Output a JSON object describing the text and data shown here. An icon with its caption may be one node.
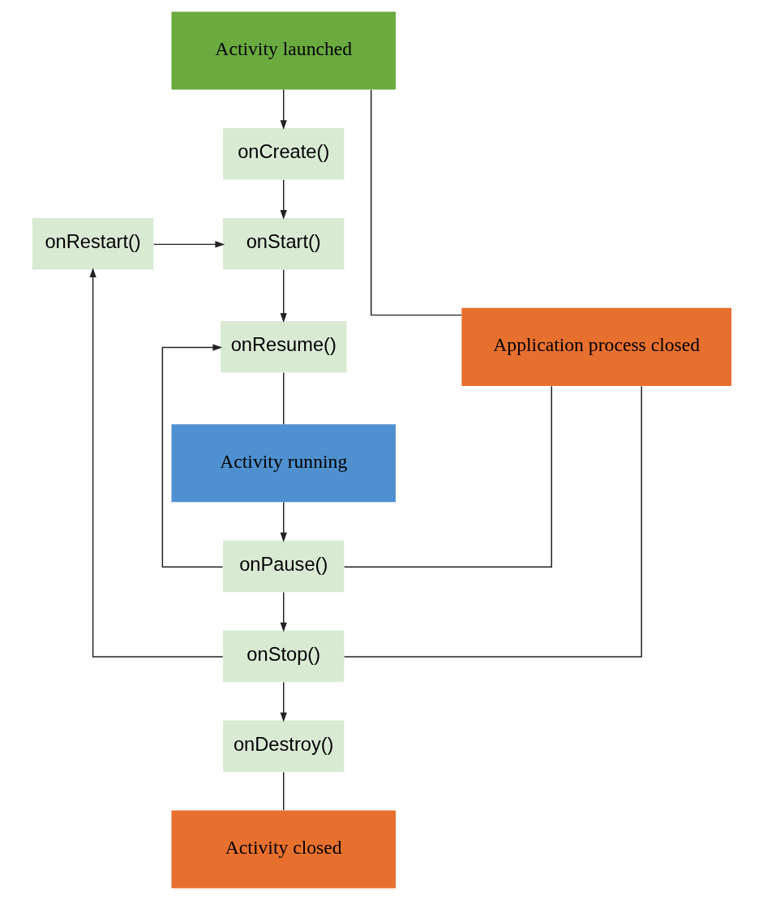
{
  "diagram": {
    "nodes": [
      {
        "text": [
          "Activity launched"
        ]
      },
      {
        "text": [
          "onCreate()"
        ]
      },
      {
        "text": [
          "onStart()"
        ]
      },
      {
        "text": [
          "onRestart()"
        ]
      },
      {
        "text": [
          "Application process closed"
        ]
      },
      {
        "text": [
          "onResume()"
        ]
      },
      {
        "text": [
          "Activity running"
        ]
      },
      {
        "text": [
          "onPause()"
        ]
      },
      {
        "text": [
          "onStop()"
        ]
      },
      {
        "text": [
          "onDestroy()"
        ]
      },
      {
        "text": [
          "Activity closed"
        ]
      }
    ],
    "edges": [
      {
        "from": 0,
        "to": 1,
        "arrow": "to"
      },
      {
        "from": 1,
        "to": 2,
        "arrow": "to"
      },
      {
        "from": 3,
        "to": 2,
        "arrow": "to"
      },
      {
        "from": 2,
        "to": 5,
        "arrow": "to"
      },
      {
        "from": 5,
        "to": 6,
        "arrow": "none"
      },
      {
        "from": 6,
        "to": 7,
        "arrow": "to"
      },
      {
        "from": 7,
        "to": 5,
        "arrow": "to"
      },
      {
        "from": 7,
        "to": 8,
        "arrow": "to"
      },
      {
        "from": 8,
        "to": 3,
        "arrow": "to"
      },
      {
        "from": 8,
        "to": 9,
        "arrow": "to"
      },
      {
        "from": 9,
        "to": 10,
        "arrow": "none"
      },
      {
        "from": 7,
        "to": 4,
        "arrow": "none"
      },
      {
        "from": 8,
        "to": 4,
        "arrow": "none"
      },
      {
        "from": 4,
        "to": 0,
        "arrow": "none"
      }
    ]
  }
}
